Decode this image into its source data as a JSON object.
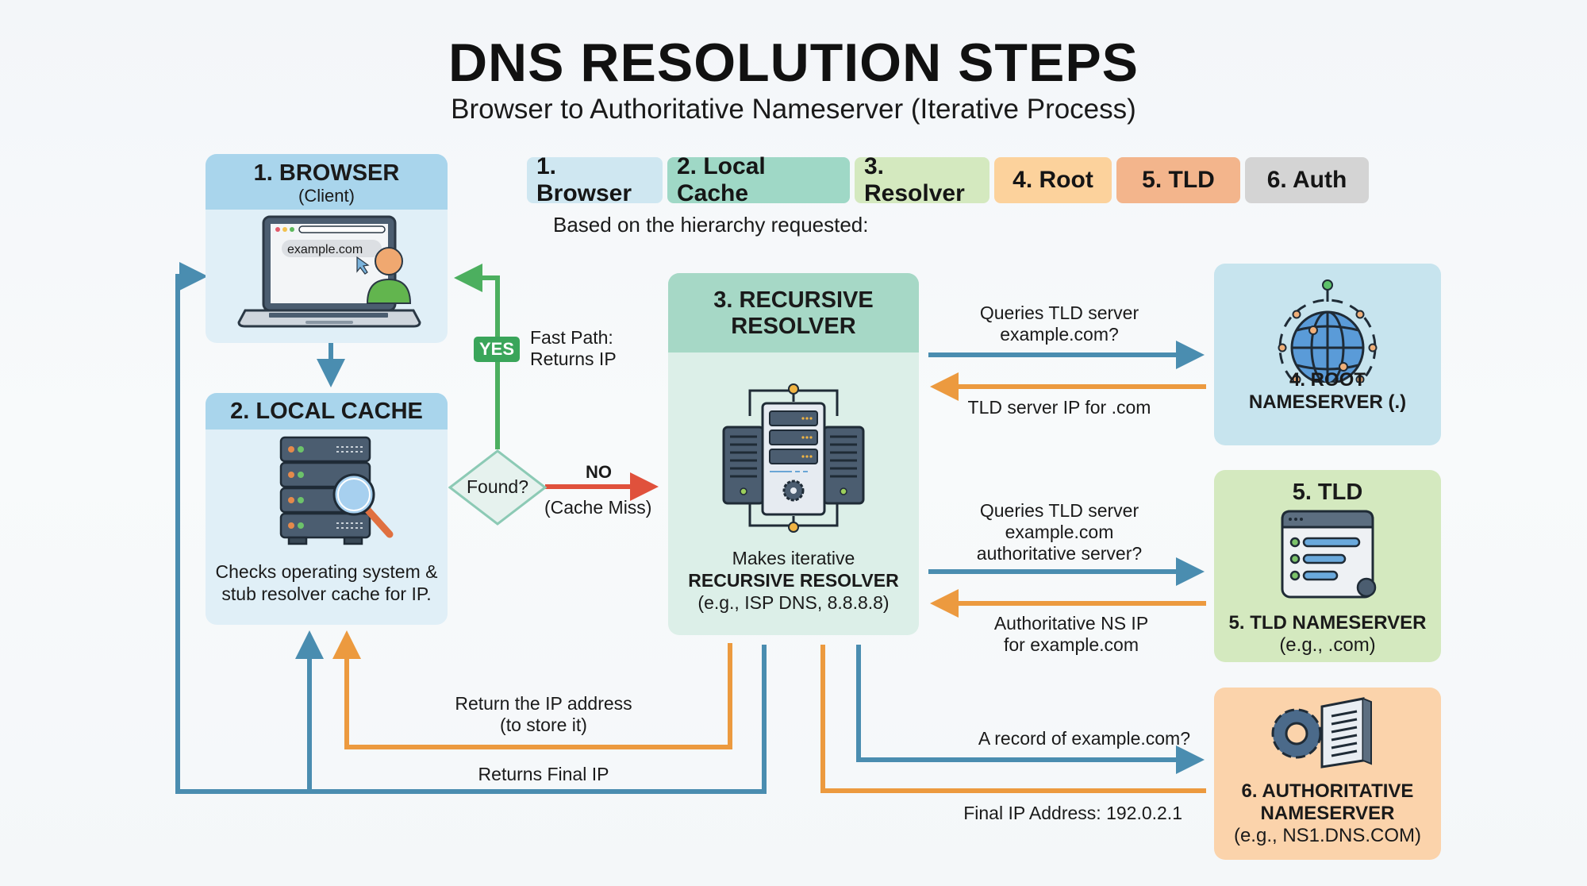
{
  "header": {
    "title": "DNS RESOLUTION STEPS",
    "subtitle": "Browser to Authoritative Nameserver (Iterative Process)"
  },
  "legend": {
    "items": [
      {
        "label": "1. Browser",
        "color": "#cfe7f1"
      },
      {
        "label": "2. Local Cache",
        "color": "#9fd8c6"
      },
      {
        "label": "3. Resolver",
        "color": "#d4e9bf"
      },
      {
        "label": "4. Root",
        "color": "#fcd29c"
      },
      {
        "label": "5. TLD",
        "color": "#f3b58c"
      },
      {
        "label": "6. Auth",
        "color": "#d4d4d4"
      }
    ],
    "note": "Based on the hierarchy requested:"
  },
  "browser": {
    "title": "1. BROWSER",
    "subtitle": "(Client)",
    "url_text": "example.com"
  },
  "local_cache": {
    "title": "2. LOCAL CACHE",
    "description_line1": "Checks operating system &",
    "description_line2": "stub resolver cache for IP."
  },
  "decision": {
    "label": "Found?",
    "yes_badge": "YES",
    "yes_line1": "Fast Path:",
    "yes_line2": "Returns IP",
    "no_label": "NO",
    "no_sub": "(Cache Miss)"
  },
  "resolver": {
    "title_line1": "3. RECURSIVE",
    "title_line2": "RESOLVER",
    "desc_line1": "Makes iterative",
    "desc_line2": "RECURSIVE RESOLVER",
    "desc_line3": "(e.g., ISP DNS, 8.8.8.8)"
  },
  "root": {
    "title_line1": "4. ROOT",
    "title_line2": "NAMESERVER (.)",
    "query_line1": "Queries TLD server",
    "query_line2": "example.com?",
    "response": "TLD server IP for .com"
  },
  "tld": {
    "title": "5. TLD",
    "caption_line1": "5. TLD NAMESERVER",
    "caption_line2": "(e.g., .com)",
    "query_line1": "Queries TLD server",
    "query_line2": "example.com",
    "query_line3": "authoritative server?",
    "response_line1": "Authoritative NS IP",
    "response_line2": "for example.com"
  },
  "auth": {
    "title_line1": "6. AUTHORITATIVE",
    "title_line2": "NAMESERVER",
    "title_line3": "(e.g., NS1.DNS.COM)",
    "query": "A record of example.com?",
    "response": "Final IP Address: 192.0.2.1"
  },
  "returns": {
    "store_line1": "Return the IP address",
    "store_line2": "(to store it)",
    "final": "Returns Final IP"
  },
  "colors": {
    "query_arrow": "#4a8db0",
    "response_arrow": "#ec9a3f",
    "yes_green": "#4caf5f",
    "no_red": "#e0513c",
    "dark_icon": "#4b5d70"
  }
}
